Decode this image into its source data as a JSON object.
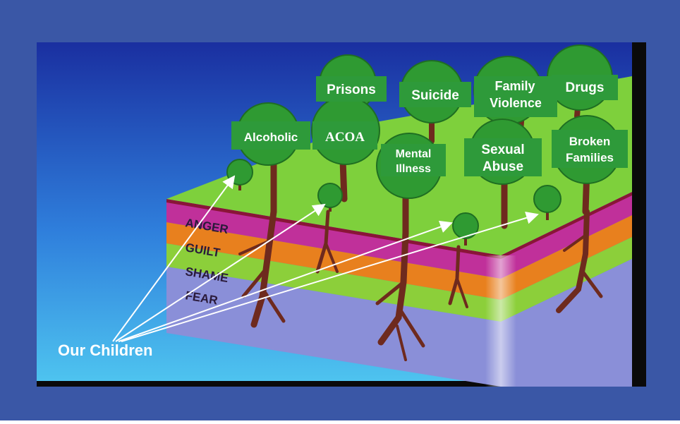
{
  "tree_labels": {
    "alcoholic": "Alcoholic",
    "acoa": "ACOA",
    "prisons": "Prisons",
    "suicide": "Suicide",
    "family_violence_1": "Family",
    "family_violence_2": "Violence",
    "drugs": "Drugs",
    "mental_illness_1": "Mental",
    "mental_illness_2": "Illness",
    "sexual_abuse_1": "Sexual",
    "sexual_abuse_2": "Abuse",
    "broken_families_1": "Broken",
    "broken_families_2": "Families"
  },
  "layers": {
    "anger": "ANGER",
    "guilt": "GUILT",
    "shame": "SHAME",
    "fear": "FEAR"
  },
  "caption": "Our Children",
  "colors": {
    "frame": "#3a57a6",
    "grass": "#7ed03c",
    "anger": "#c0309a",
    "guilt": "#e8801e",
    "shame": "#8ccf3a",
    "fear": "#8a8fd8",
    "tree": "#2f9a32",
    "label_box": "#2e9a3a",
    "root": "#6e2a1e"
  }
}
